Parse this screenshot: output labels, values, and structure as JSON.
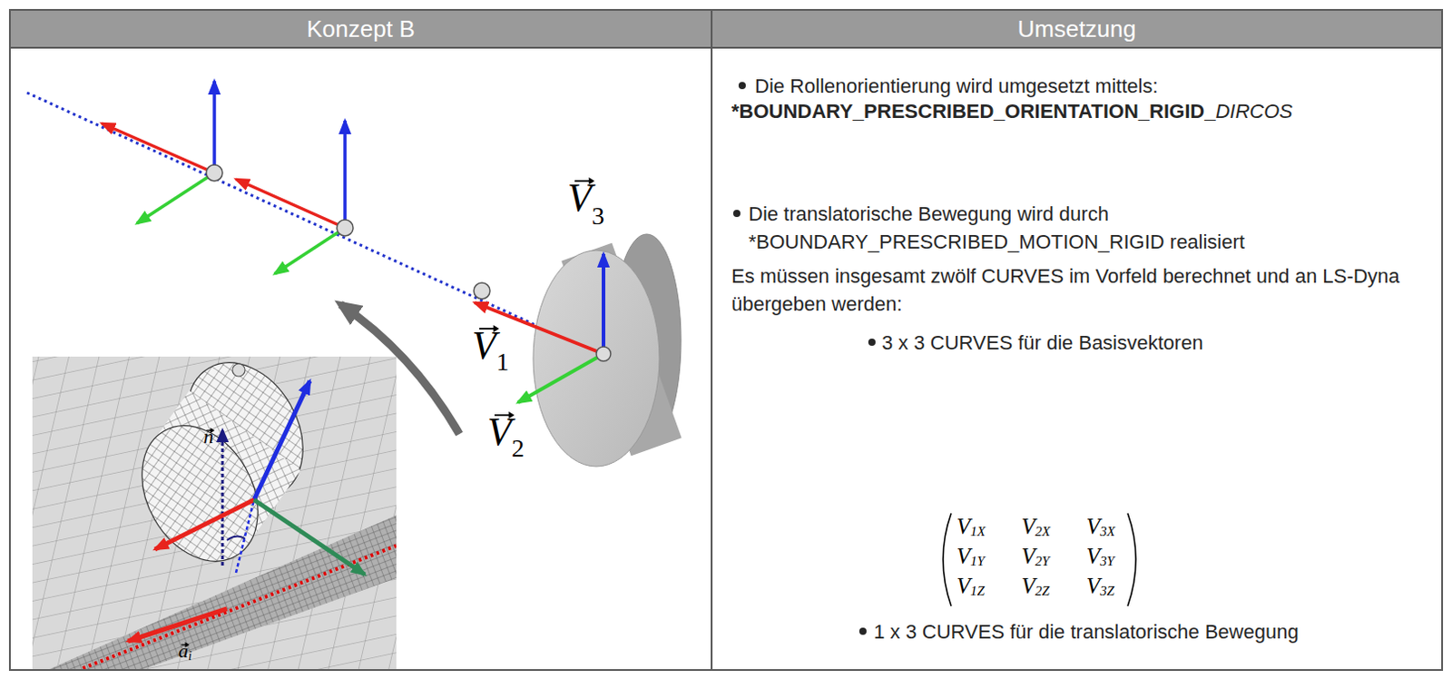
{
  "diagram": {
    "nodes": [
      {
        "text": [
          "Konzept B"
        ]
      },
      {
        "text": [
          "Umsetzung"
        ]
      }
    ],
    "labels": [
      "V",
      "3",
      "V",
      "1",
      "V",
      "2",
      "n",
      "a",
      "i",
      "Die Rollenorientierung wird umgesetzt mittels:",
      "*BOUNDARY_PRESCRIBED_ORIENTATION_RIGID_",
      "DIRCOS",
      "Die translatorische Bewegung wird durch *BOUNDARY_PRESCRIBED_MOTION_RIGID realisiert",
      "Es müssen insgesamt zwölf CURVES im Vorfeld berechnet und an LS-Dyna übergeben werden:",
      "3 x 3 CURVES für die Basisvektoren",
      "V",
      "1X",
      "V",
      "2X",
      "V",
      "3X",
      "V",
      "1Y",
      "V",
      "2Y",
      "V",
      "3Y",
      "V",
      "1Z",
      "V",
      "2Z",
      "V",
      "3Z",
      "1 x 3 CURVES für die translatorische Bewegung"
    ]
  }
}
